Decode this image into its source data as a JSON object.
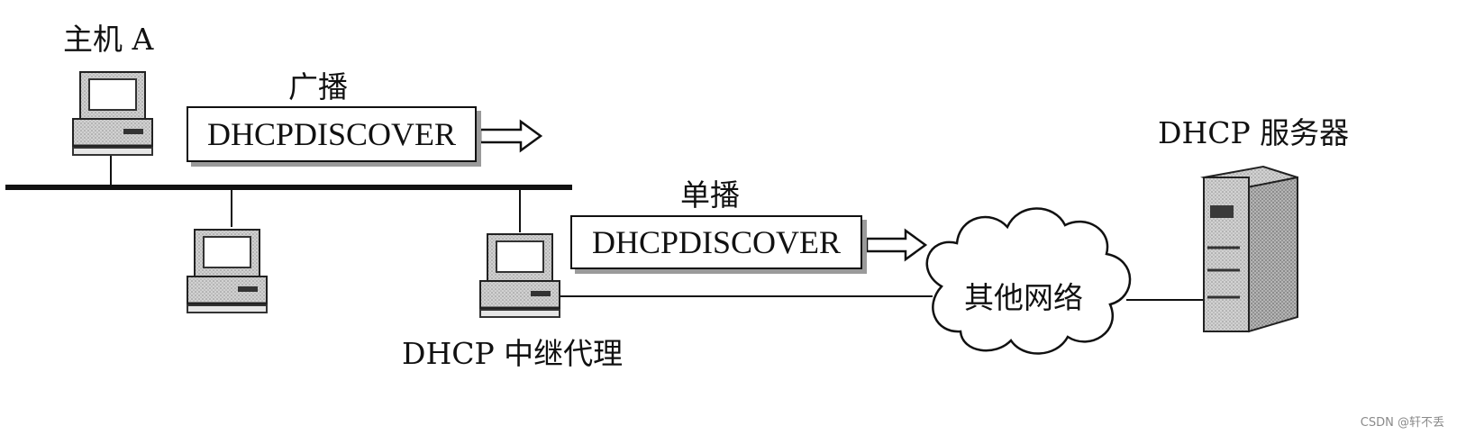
{
  "host_a": {
    "label": "主机 A"
  },
  "broadcast": {
    "label": "广播",
    "message": "DHCPDISCOVER"
  },
  "unicast": {
    "label": "单播",
    "message": "DHCPDISCOVER"
  },
  "relay_agent": {
    "label": "DHCP 中继代理"
  },
  "dhcp_server": {
    "label": "DHCP 服务器"
  },
  "other_network": {
    "label": "其他网络"
  },
  "watermark": "CSDN @轩不丢",
  "icons": [
    "computer-icon",
    "server-icon",
    "cloud-icon",
    "hollow-arrow-icon"
  ]
}
